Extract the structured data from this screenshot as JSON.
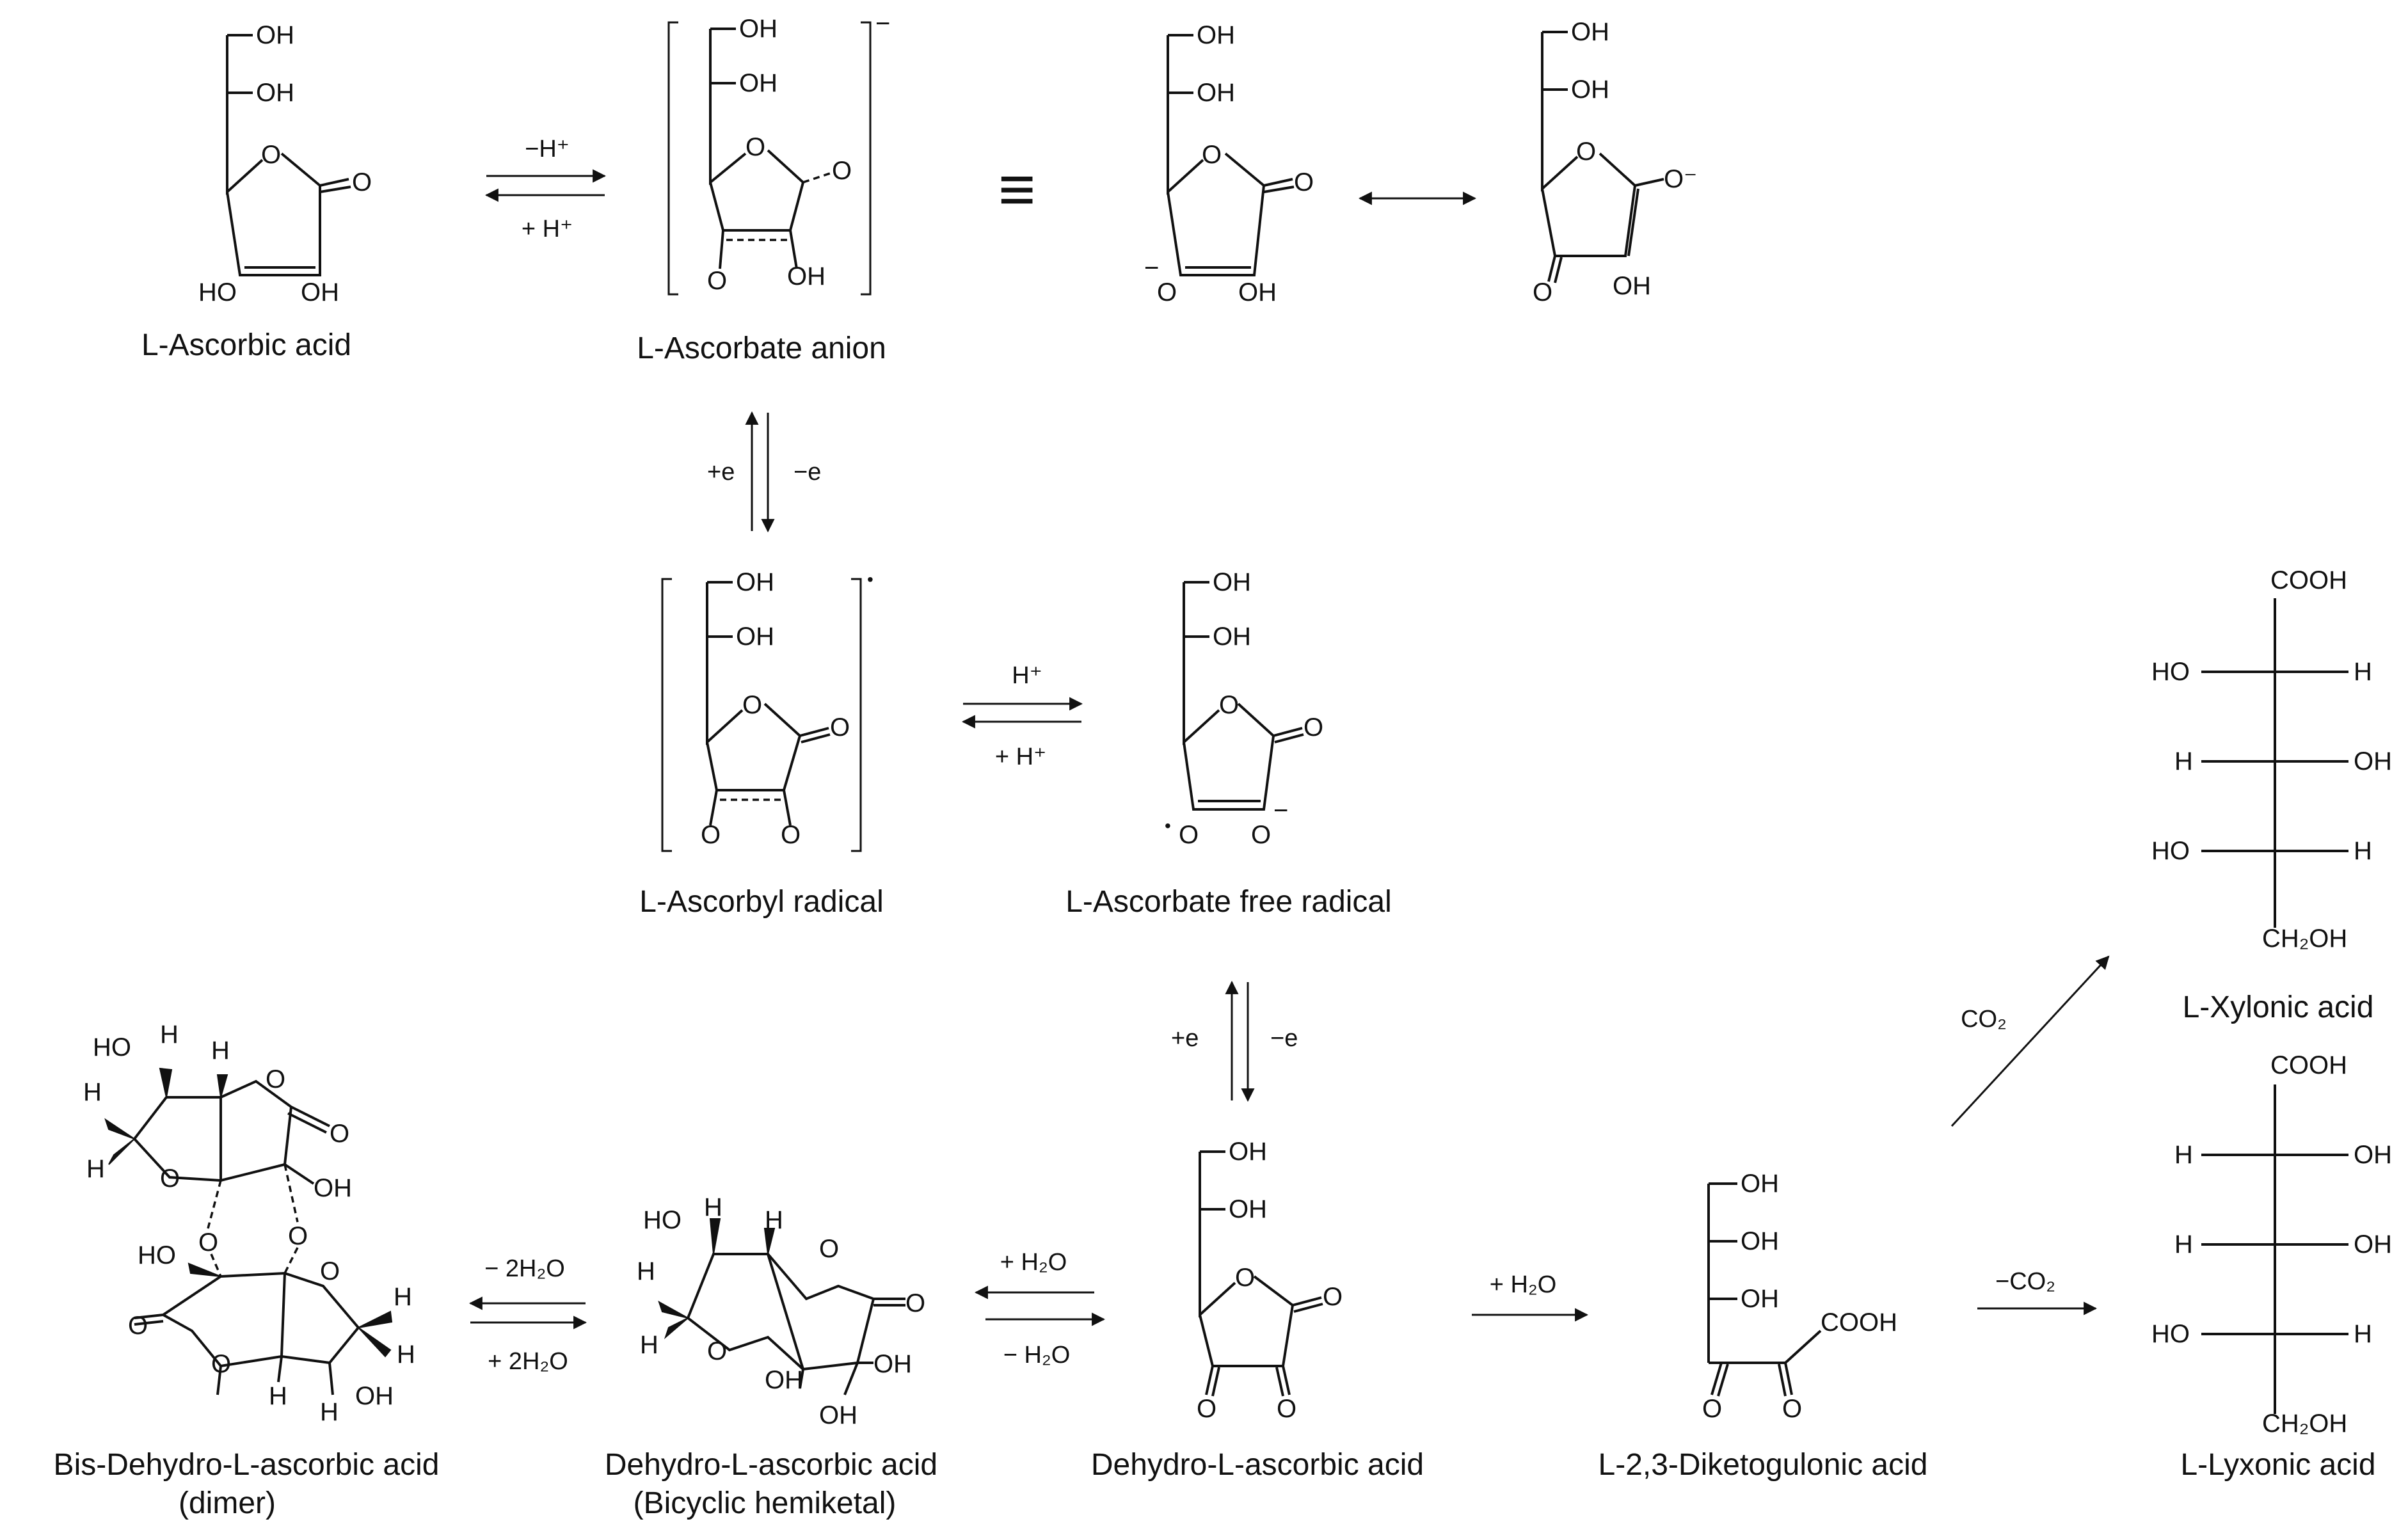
{
  "compounds": {
    "ascorbic_acid": {
      "name": "L-Ascorbic acid"
    },
    "ascorbate_anion": {
      "name": "L-Ascorbate anion"
    },
    "ascorbyl_radical": {
      "name": "L-Ascorbyl radical"
    },
    "ascorbate_free_radical": {
      "name": "L-Ascorbate free radical"
    },
    "bis_dehydro": {
      "name": "Bis-Dehydro-L-ascorbic acid",
      "subtitle": "(dimer)"
    },
    "dehydro_bicyclic": {
      "name": "Dehydro-L-ascorbic acid",
      "subtitle": "(Bicyclic hemiketal)"
    },
    "dehydro": {
      "name": "Dehydro-L-ascorbic acid"
    },
    "diketogulonic": {
      "name": "L-2,3-Diketogulonic acid"
    },
    "xylonic": {
      "name": "L-Xylonic acid"
    },
    "lyxonic": {
      "name": "L-Lyxonic acid"
    }
  },
  "atoms": {
    "OH": "OH",
    "HO": "HO",
    "O": "O",
    "H": "H",
    "COOH": "COOH",
    "CH2OH": "CH₂OH",
    "Ominus": "O⁻",
    "minus": "−",
    "equiv": "≡",
    "dot": "•"
  },
  "conditions": {
    "minus_H": "−H⁺",
    "plus_H": "+ H⁺",
    "H_plus": "H⁺",
    "plus_e": "+e",
    "minus_e": "−e",
    "plus_e2": "+e",
    "minus_e2": "−e",
    "minus_2H2O": "− 2H₂O",
    "plus_2H2O": "+ 2H₂O",
    "plus_H2O": "+ H₂O",
    "minus_H2O": "− H₂O",
    "plus_H2O_b": "+ H₂O",
    "minus_CO2": "−CO₂",
    "CO2": "CO₂"
  }
}
